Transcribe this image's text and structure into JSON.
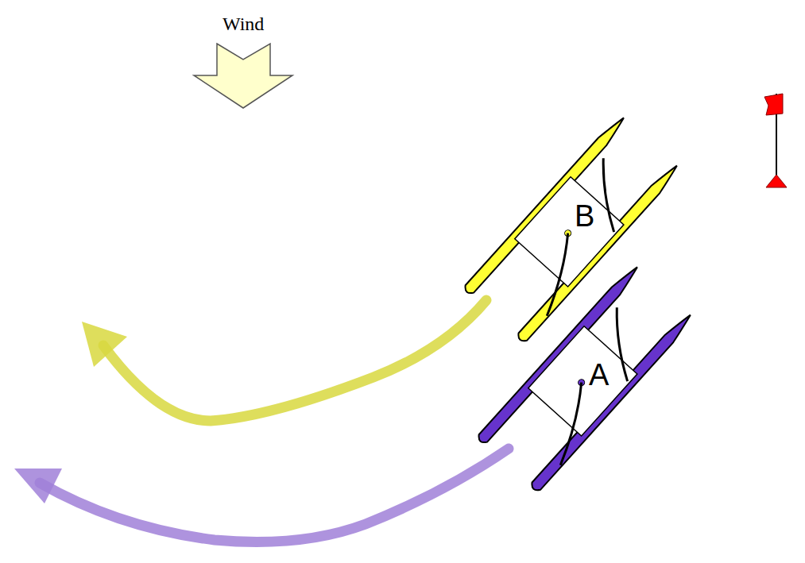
{
  "diagram": {
    "labels": [
      "Wind",
      "B",
      "A"
    ]
  }
}
